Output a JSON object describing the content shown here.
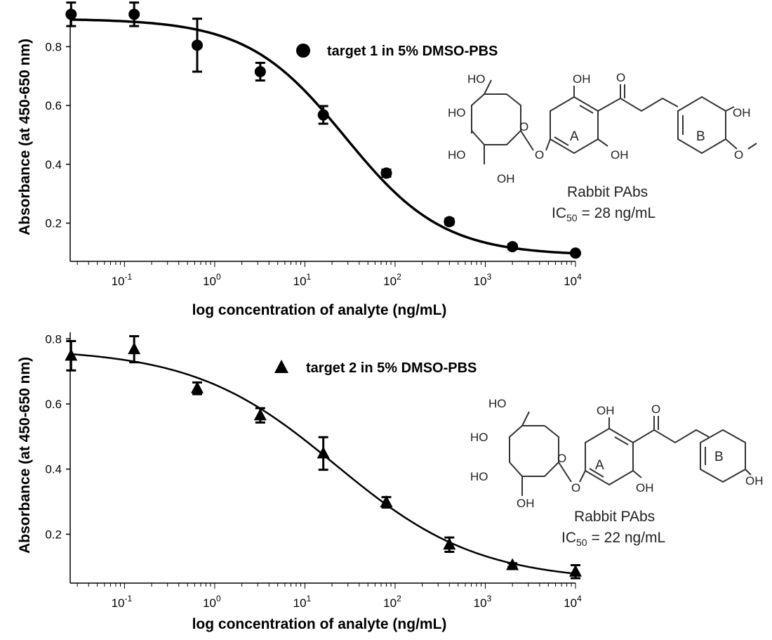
{
  "chart_data": [
    {
      "type": "scatter",
      "xlabel": "log concentration of analyte (ng/mL)",
      "ylabel": "Absorbance (at 450-650 nm)",
      "x_scale": "log",
      "xlim": [
        0.025,
        10000
      ],
      "ylim": [
        0.07,
        0.93
      ],
      "yticks": [
        0.2,
        0.4,
        0.6,
        0.8
      ],
      "xticks": [
        0.1,
        1,
        10,
        100,
        1000,
        10000
      ],
      "xtick_bases": [
        "10",
        "10",
        "10",
        "10",
        "10",
        "10"
      ],
      "xtick_exps": [
        "-1",
        "0",
        "1",
        "2",
        "3",
        "4"
      ],
      "legend": "top",
      "series": [
        {
          "name": "target 1 in 5% DMSO-PBS",
          "marker": "circle",
          "x": [
            0.0256,
            0.128,
            0.64,
            3.2,
            16,
            80,
            400,
            2000,
            10000
          ],
          "y": [
            0.91,
            0.91,
            0.805,
            0.715,
            0.568,
            0.37,
            0.205,
            0.12,
            0.098
          ],
          "err": [
            0.04,
            0.04,
            0.09,
            0.03,
            0.03,
            0.012,
            0.01,
            0.008,
            0.005
          ]
        }
      ],
      "fit": {
        "top": 0.895,
        "bottom": 0.09,
        "ic50": 28,
        "hill": 0.8
      },
      "annotation": {
        "line1": "Rabbit PAbs",
        "ic_prefix": "IC",
        "ic_sub": "50",
        "ic_value": "= 28 ng/mL"
      },
      "structure_labels": {
        "ho_top": "HO",
        "ho_left": "HO",
        "ho_bottom_left": "HO",
        "oh_bottom": "OH",
        "ring_o": "O",
        "glyco_o": "O",
        "oh_a_top": "OH",
        "oh_a_bottom": "OH",
        "carbonyl_o": "O",
        "ring_a": "A",
        "ring_b": "B",
        "oh_b": "OH",
        "ome_o": "O"
      }
    },
    {
      "type": "scatter",
      "xlabel": "log concentration of analyte (ng/mL)",
      "ylabel": "Absorbance (at 450-650 nm)",
      "x_scale": "log",
      "xlim": [
        0.025,
        10000
      ],
      "ylim": [
        0.05,
        0.82
      ],
      "yticks": [
        0.2,
        0.4,
        0.6,
        0.8
      ],
      "xticks": [
        0.1,
        1,
        10,
        100,
        1000,
        10000
      ],
      "xtick_bases": [
        "10",
        "10",
        "10",
        "10",
        "10",
        "10"
      ],
      "xtick_exps": [
        "-1",
        "0",
        "1",
        "2",
        "3",
        "4"
      ],
      "legend": "top",
      "series": [
        {
          "name": "target 2 in 5% DMSO-PBS",
          "marker": "triangle",
          "x": [
            0.0256,
            0.128,
            0.64,
            3.2,
            16,
            80,
            400,
            2000,
            10000
          ],
          "y": [
            0.748,
            0.768,
            0.648,
            0.565,
            0.448,
            0.298,
            0.168,
            0.105,
            0.085
          ],
          "err": [
            0.045,
            0.04,
            0.018,
            0.022,
            0.05,
            0.016,
            0.022,
            0.006,
            0.02
          ]
        }
      ],
      "fit": {
        "top": 0.77,
        "bottom": 0.055,
        "ic50": 22,
        "hill": 0.55
      },
      "annotation": {
        "line1": "Rabbit PAbs",
        "ic_prefix": "IC",
        "ic_sub": "50",
        "ic_value": "= 22 ng/mL"
      },
      "structure_labels": {
        "ho_top": "HO",
        "ho_left": "HO",
        "ho_bottom_left": "HO",
        "oh_bottom": "OH",
        "ring_o": "O",
        "glyco_o": "O",
        "oh_a_top": "OH",
        "oh_a_bottom": "OH",
        "carbonyl_o": "O",
        "ring_a": "A",
        "ring_b": "B",
        "oh_b": "OH"
      }
    }
  ]
}
